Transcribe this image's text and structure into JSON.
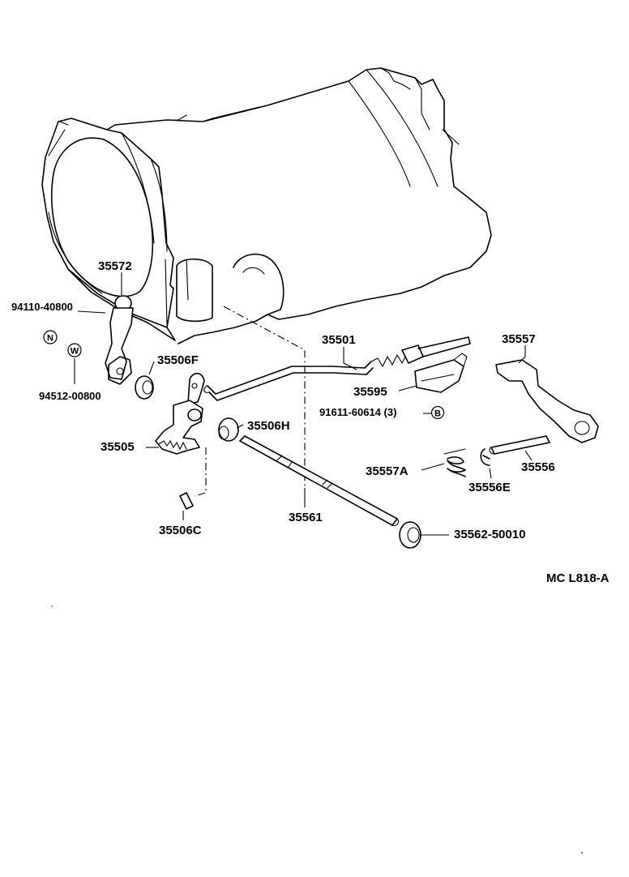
{
  "diagram": {
    "part_labels": {
      "p35572": "35572",
      "p94110": "94110-40800",
      "p94512": "94512-00800",
      "p35506F": "35506F",
      "p35505": "35505",
      "p35506H": "35506H",
      "p35506C": "35506C",
      "p35501": "35501",
      "p35595": "35595",
      "p91611": "91611-60614  (3)",
      "p35557": "35557",
      "p35557A": "35557A",
      "p35556": "35556",
      "p35556E": "35556E",
      "p35561": "35561",
      "p35562": "35562-50010"
    },
    "symbols": {
      "nut": "N",
      "washer": "W",
      "bolt": "B"
    },
    "reference_code": "MC  L818-A"
  }
}
